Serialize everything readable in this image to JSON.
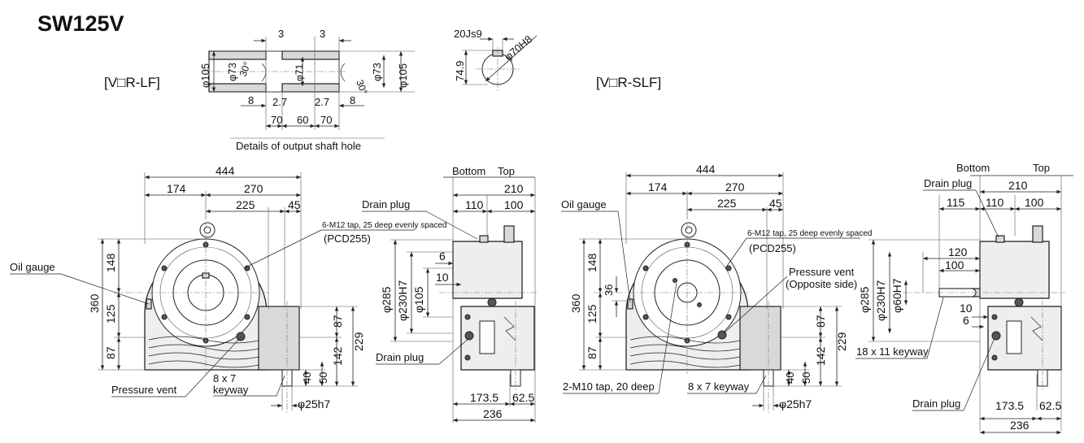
{
  "title": "SW125V",
  "labels": {
    "lf": "[V□R-LF]",
    "slf": "[V□R-SLF]",
    "shaft_caption": "Details of output shaft hole",
    "bottom": "Bottom",
    "top": "Top",
    "drain_plug": "Drain plug",
    "oil_gauge": "Oil gauge",
    "pressure_vent": "Pressure vent",
    "pressure_vent_opp_1": "Pressure vent",
    "pressure_vent_opp_2": "(Opposite side)",
    "tap_note": "6-M12 tap, 25 deep evenly spaced",
    "pcd": "(PCD255)",
    "keyway_line1": "8 x 7",
    "keyway_line2": "keyway",
    "keyway_slf": "8 x 7 keyway",
    "m10_tap": "2-M10 tap, 20 deep",
    "keyway_18": "18 x 11 keyway"
  },
  "shaft_detail": {
    "d3": "3",
    "d105": "φ105",
    "d73": "φ73",
    "d71": "φ71",
    "ang30": "30°",
    "d8": "8",
    "d27": "2.7",
    "d70": "70",
    "d60": "60",
    "key20": "20Js9",
    "key749": "74.9",
    "key70h8": "φ70H8"
  },
  "dims": {
    "d444": "444",
    "d174": "174",
    "d270": "270",
    "d225": "225",
    "d45": "45",
    "d148": "148",
    "d360": "360",
    "d125": "125",
    "d87": "87",
    "d229": "229",
    "d142": "142",
    "d40": "40",
    "d50": "50",
    "d25h7": "φ25h7",
    "d210": "210",
    "d110": "110",
    "d100": "100",
    "d6": "6",
    "d10": "10",
    "d285": "φ285",
    "d230h7": "φ230H7",
    "d105s": "φ105",
    "d1735": "173.5",
    "d625": "62.5",
    "d236": "236",
    "d36": "36",
    "d115": "115",
    "d120": "120",
    "d100b": "100",
    "d60h7": "φ60H7"
  }
}
